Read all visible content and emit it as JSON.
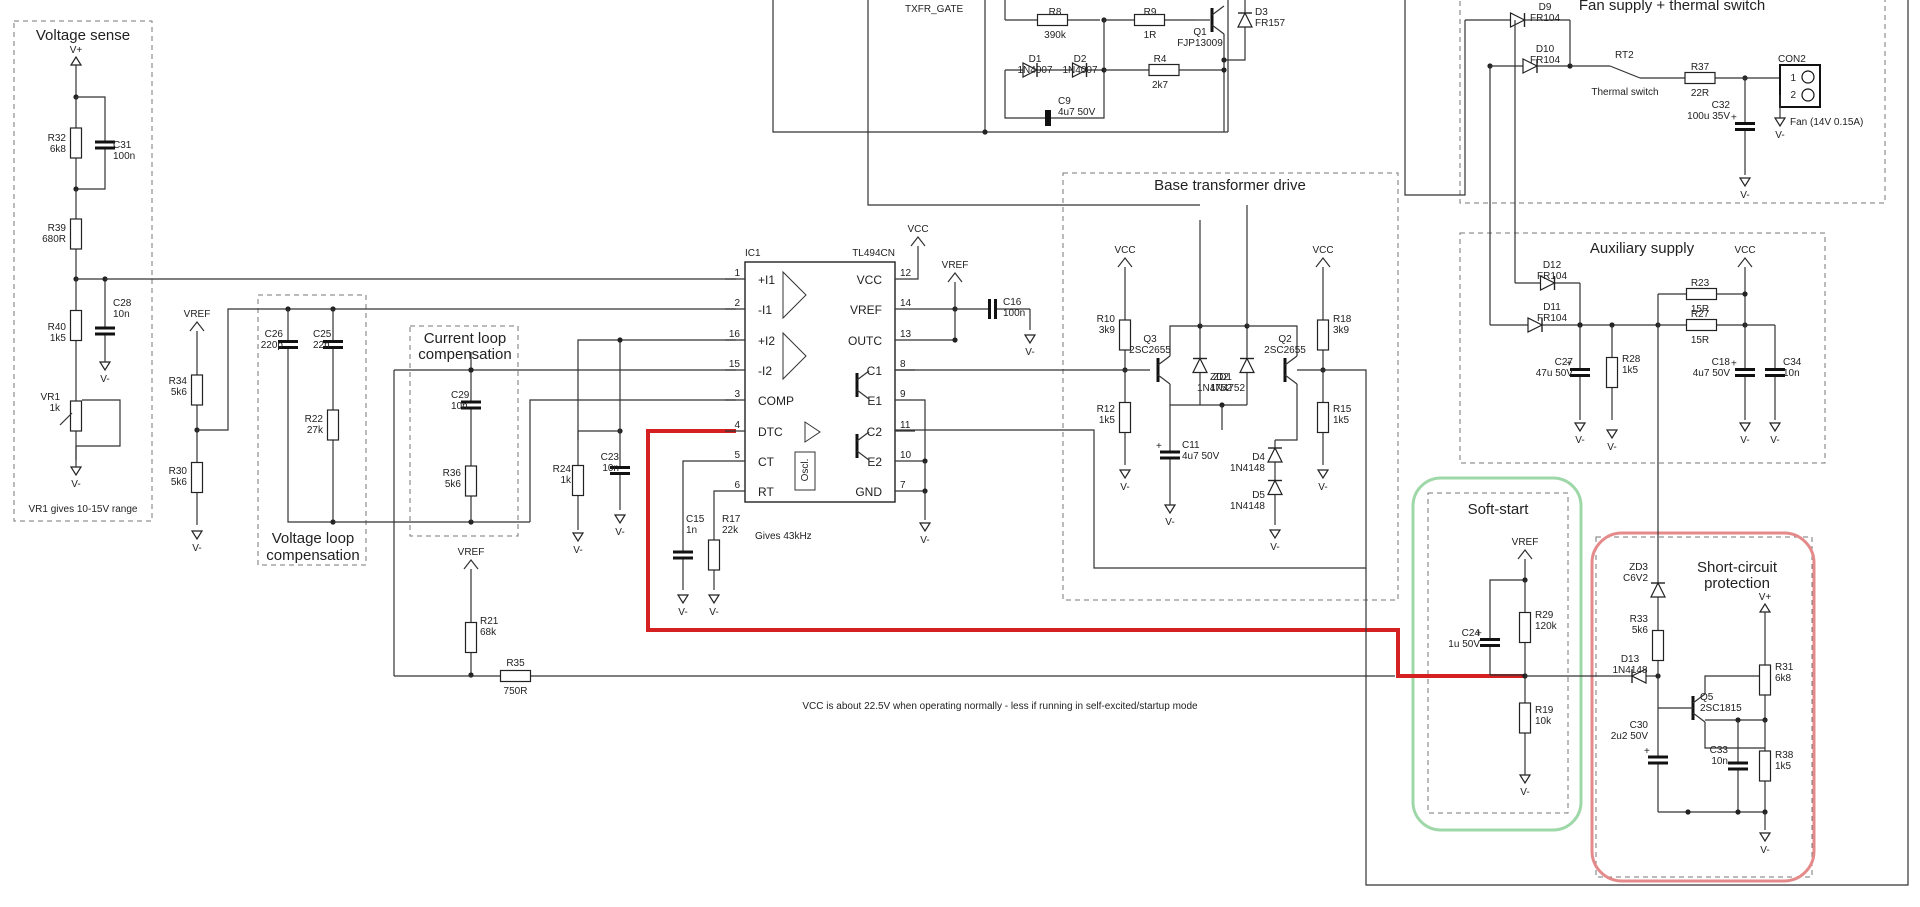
{
  "sections": {
    "voltage_sense": "Voltage sense",
    "voltage_sense_note": "VR1 gives 10-15V range",
    "voltage_loop": [
      "Voltage loop",
      "compensation"
    ],
    "current_loop": [
      "Current loop",
      "compensation"
    ],
    "base_drive": "Base transformer drive",
    "fan": "Fan supply + thermal switch",
    "aux": "Auxiliary supply",
    "soft_start": "Soft-start",
    "short_circuit": [
      "Short-circuit",
      "protection"
    ]
  },
  "nets": {
    "vplus": "V+",
    "vminus": "V-",
    "vref": "VREF",
    "vcc": "VCC",
    "txfr": "TXFR_GATE"
  },
  "ic": {
    "ref": "IC1",
    "part": "TL494CN",
    "osc": "Oscl.",
    "freq_note": "Gives 43kHz",
    "pins_left": [
      {
        "num": "1",
        "name": "+I1"
      },
      {
        "num": "2",
        "name": "-I1"
      },
      {
        "num": "16",
        "name": "+I2"
      },
      {
        "num": "15",
        "name": "-I2"
      },
      {
        "num": "3",
        "name": "COMP"
      },
      {
        "num": "4",
        "name": "DTC"
      },
      {
        "num": "5",
        "name": "CT"
      },
      {
        "num": "6",
        "name": "RT"
      }
    ],
    "pins_right": [
      {
        "num": "12",
        "name": "VCC"
      },
      {
        "num": "14",
        "name": "VREF"
      },
      {
        "num": "13",
        "name": "OUTC"
      },
      {
        "num": "8",
        "name": "C1"
      },
      {
        "num": "9",
        "name": "E1"
      },
      {
        "num": "11",
        "name": "C2"
      },
      {
        "num": "10",
        "name": "E2"
      },
      {
        "num": "7",
        "name": "GND"
      }
    ]
  },
  "vcc_note": "VCC is about 22.5V when operating normally - less if running in self-excited/startup mode",
  "fan_labels": {
    "thermal": "Thermal switch",
    "fan": "Fan (14V 0.15A)",
    "con": "CON2",
    "pin1": "1",
    "pin2": "2"
  },
  "components": [
    {
      "ref": "R32",
      "val": "6k8"
    },
    {
      "ref": "C31",
      "val": "100n"
    },
    {
      "ref": "R39",
      "val": "680R"
    },
    {
      "ref": "R40",
      "val": "1k5"
    },
    {
      "ref": "C28",
      "val": "10n"
    },
    {
      "ref": "VR1",
      "val": "1k"
    },
    {
      "ref": "R34",
      "val": "5k6"
    },
    {
      "ref": "R30",
      "val": "5k6"
    },
    {
      "ref": "C26",
      "val": "220p"
    },
    {
      "ref": "C25",
      "val": "22n"
    },
    {
      "ref": "R22",
      "val": "27k"
    },
    {
      "ref": "C29",
      "val": "10n"
    },
    {
      "ref": "R36",
      "val": "5k6"
    },
    {
      "ref": "R24",
      "val": "1k"
    },
    {
      "ref": "C23",
      "val": "10n"
    },
    {
      "ref": "C15",
      "val": "1n"
    },
    {
      "ref": "R17",
      "val": "22k"
    },
    {
      "ref": "C16",
      "val": "100n"
    },
    {
      "ref": "R21",
      "val": "68k"
    },
    {
      "ref": "R35",
      "val": "750R"
    },
    {
      "ref": "R10",
      "val": "3k9"
    },
    {
      "ref": "R12",
      "val": "1k5"
    },
    {
      "ref": "Q3",
      "val": "2SC2655"
    },
    {
      "ref": "ZD2",
      "val": "1N4752"
    },
    {
      "ref": "ZD1",
      "val": "1N4752"
    },
    {
      "ref": "Q2",
      "val": "2SC2655"
    },
    {
      "ref": "C11",
      "val": "4u7 50V"
    },
    {
      "ref": "D4",
      "val": "1N4148"
    },
    {
      "ref": "D5",
      "val": "1N4148"
    },
    {
      "ref": "R18",
      "val": "3k9"
    },
    {
      "ref": "R15",
      "val": "1k5"
    },
    {
      "ref": "R8",
      "val": "390k"
    },
    {
      "ref": "R9",
      "val": "1R"
    },
    {
      "ref": "Q1",
      "val": "FJP13009"
    },
    {
      "ref": "D3",
      "val": "FR157"
    },
    {
      "ref": "D1",
      "val": "1N4007"
    },
    {
      "ref": "D2",
      "val": "1N4007"
    },
    {
      "ref": "R4",
      "val": "2k7"
    },
    {
      "ref": "C9",
      "val": "4u7 50V"
    },
    {
      "ref": "D9",
      "val": "FR104"
    },
    {
      "ref": "D10",
      "val": "FR104"
    },
    {
      "ref": "RT2",
      "val": ""
    },
    {
      "ref": "R37",
      "val": "22R"
    },
    {
      "ref": "C32",
      "val": "100u 35V"
    },
    {
      "ref": "D12",
      "val": "FR104"
    },
    {
      "ref": "D11",
      "val": "FR104"
    },
    {
      "ref": "R23",
      "val": "15R"
    },
    {
      "ref": "R27",
      "val": "15R"
    },
    {
      "ref": "C27",
      "val": "47u 50V"
    },
    {
      "ref": "R28",
      "val": "1k5"
    },
    {
      "ref": "C18",
      "val": "4u7 50V"
    },
    {
      "ref": "C34",
      "val": "10n"
    },
    {
      "ref": "C24",
      "val": "1u 50V"
    },
    {
      "ref": "R29",
      "val": "120k"
    },
    {
      "ref": "R19",
      "val": "10k"
    },
    {
      "ref": "ZD3",
      "val": "C6V2"
    },
    {
      "ref": "R33",
      "val": "5k6"
    },
    {
      "ref": "D13",
      "val": "1N4148"
    },
    {
      "ref": "Q5",
      "val": "2SC1815"
    },
    {
      "ref": "R31",
      "val": "6k8"
    },
    {
      "ref": "C30",
      "val": "2u2 50V"
    },
    {
      "ref": "C33",
      "val": "10n"
    },
    {
      "ref": "R38",
      "val": "1k5"
    }
  ],
  "colors": {
    "highlight_trace": "#d42020",
    "soft_start_outline": "#9fd8a8",
    "short_circuit_outline": "#e58a8a",
    "wire": "#333333"
  }
}
